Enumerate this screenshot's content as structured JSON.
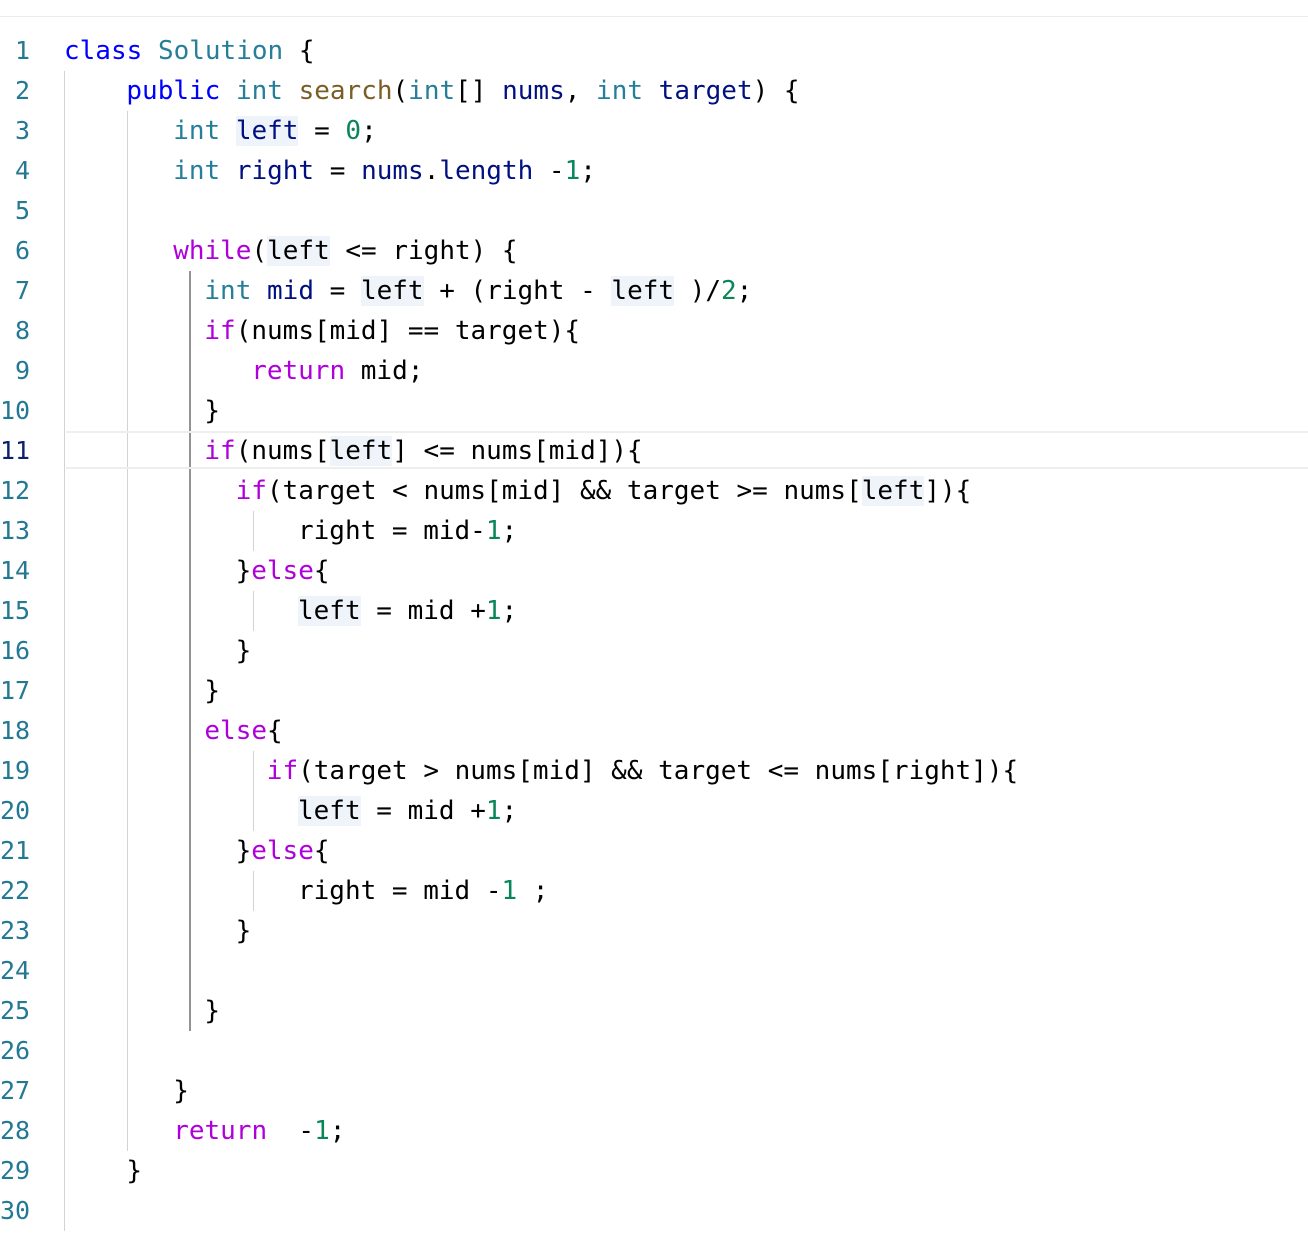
{
  "editor": {
    "current_line": 11,
    "lines": [
      {
        "n": "1",
        "indent": 0,
        "tokens": [
          [
            "class",
            "kw"
          ],
          [
            " "
          ],
          [
            "Solution",
            "ty"
          ],
          [
            " {"
          ]
        ]
      },
      {
        "n": "2",
        "indent": 4,
        "tokens": [
          [
            "public",
            "kw"
          ],
          [
            " "
          ],
          [
            "int",
            "ty"
          ],
          [
            " "
          ],
          [
            "search",
            "fn"
          ],
          [
            "("
          ],
          [
            "int",
            "ty"
          ],
          [
            "[] "
          ],
          [
            "nums",
            "vr"
          ],
          [
            ", "
          ],
          [
            "int",
            "ty"
          ],
          [
            " "
          ],
          [
            "target",
            "vr"
          ],
          [
            ") {"
          ]
        ]
      },
      {
        "n": "3",
        "indent": 7,
        "tokens": [
          [
            "int",
            "ty"
          ],
          [
            " "
          ],
          [
            "left",
            "vr",
            "hl"
          ],
          [
            " = "
          ],
          [
            "0",
            "nm"
          ],
          [
            ";"
          ]
        ]
      },
      {
        "n": "4",
        "indent": 7,
        "tokens": [
          [
            "int",
            "ty"
          ],
          [
            " "
          ],
          [
            "right",
            "vr"
          ],
          [
            " = "
          ],
          [
            "nums",
            "vr"
          ],
          [
            "."
          ],
          [
            "length",
            "vr"
          ],
          [
            " -"
          ],
          [
            "1",
            "nm"
          ],
          [
            ";"
          ]
        ]
      },
      {
        "n": "5",
        "indent": 0,
        "tokens": []
      },
      {
        "n": "6",
        "indent": 7,
        "tokens": [
          [
            "while",
            "ct"
          ],
          [
            "("
          ],
          [
            "left",
            "",
            "hl"
          ],
          [
            " <= right) {"
          ]
        ]
      },
      {
        "n": "7",
        "indent": 9,
        "tokens": [
          [
            "int",
            "ty"
          ],
          [
            " "
          ],
          [
            "mid",
            "vr"
          ],
          [
            " = "
          ],
          [
            "left",
            "",
            "hl"
          ],
          [
            " + (right - "
          ],
          [
            "left",
            "",
            "hl"
          ],
          [
            " )/"
          ],
          [
            "2",
            "nm"
          ],
          [
            ";"
          ]
        ]
      },
      {
        "n": "8",
        "indent": 9,
        "tokens": [
          [
            "if",
            "ct"
          ],
          [
            "(nums[mid] == target){"
          ]
        ]
      },
      {
        "n": "9",
        "indent": 12,
        "tokens": [
          [
            "return",
            "ct"
          ],
          [
            " mid;"
          ]
        ]
      },
      {
        "n": "10",
        "indent": 9,
        "tokens": [
          [
            "}"
          ]
        ]
      },
      {
        "n": "11",
        "indent": 9,
        "tokens": [
          [
            "if",
            "ct"
          ],
          [
            "(nums["
          ],
          [
            "left",
            "",
            "hl"
          ],
          [
            "] <= nums[mid]){"
          ]
        ]
      },
      {
        "n": "12",
        "indent": 11,
        "tokens": [
          [
            "if",
            "ct"
          ],
          [
            "(target < nums[mid] && target >= nums["
          ],
          [
            "left",
            "",
            "hl"
          ],
          [
            "]){"
          ]
        ]
      },
      {
        "n": "13",
        "indent": 15,
        "tokens": [
          [
            "right = mid-"
          ],
          [
            "1",
            "nm"
          ],
          [
            ";"
          ]
        ]
      },
      {
        "n": "14",
        "indent": 11,
        "tokens": [
          [
            "}"
          ],
          [
            "else",
            "ct"
          ],
          [
            "{"
          ]
        ]
      },
      {
        "n": "15",
        "indent": 15,
        "tokens": [
          [
            "left",
            "",
            "hl"
          ],
          [
            " = mid +"
          ],
          [
            "1",
            "nm"
          ],
          [
            ";"
          ]
        ]
      },
      {
        "n": "16",
        "indent": 11,
        "tokens": [
          [
            "}"
          ]
        ]
      },
      {
        "n": "17",
        "indent": 9,
        "tokens": [
          [
            "}"
          ]
        ]
      },
      {
        "n": "18",
        "indent": 9,
        "tokens": [
          [
            "else",
            "ct"
          ],
          [
            "{"
          ]
        ]
      },
      {
        "n": "19",
        "indent": 13,
        "tokens": [
          [
            "if",
            "ct"
          ],
          [
            "(target > nums[mid] && target <= nums[right]){"
          ]
        ]
      },
      {
        "n": "20",
        "indent": 15,
        "tokens": [
          [
            "left",
            "",
            "hl"
          ],
          [
            " = mid +"
          ],
          [
            "1",
            "nm"
          ],
          [
            ";"
          ]
        ]
      },
      {
        "n": "21",
        "indent": 11,
        "tokens": [
          [
            "}"
          ],
          [
            "else",
            "ct"
          ],
          [
            "{"
          ]
        ]
      },
      {
        "n": "22",
        "indent": 15,
        "tokens": [
          [
            "right = mid -"
          ],
          [
            "1",
            "nm"
          ],
          [
            " ;"
          ]
        ]
      },
      {
        "n": "23",
        "indent": 11,
        "tokens": [
          [
            "}"
          ]
        ]
      },
      {
        "n": "24",
        "indent": 0,
        "tokens": []
      },
      {
        "n": "25",
        "indent": 9,
        "tokens": [
          [
            "}"
          ]
        ]
      },
      {
        "n": "26",
        "indent": 0,
        "tokens": []
      },
      {
        "n": "27",
        "indent": 7,
        "tokens": [
          [
            "}"
          ]
        ]
      },
      {
        "n": "28",
        "indent": 7,
        "tokens": [
          [
            "return",
            "ct"
          ],
          [
            "  -"
          ],
          [
            "1",
            "nm"
          ],
          [
            ";"
          ]
        ]
      },
      {
        "n": "29",
        "indent": 4,
        "tokens": [
          [
            "}"
          ]
        ]
      },
      {
        "n": "30",
        "indent": 0,
        "tokens": []
      }
    ]
  }
}
